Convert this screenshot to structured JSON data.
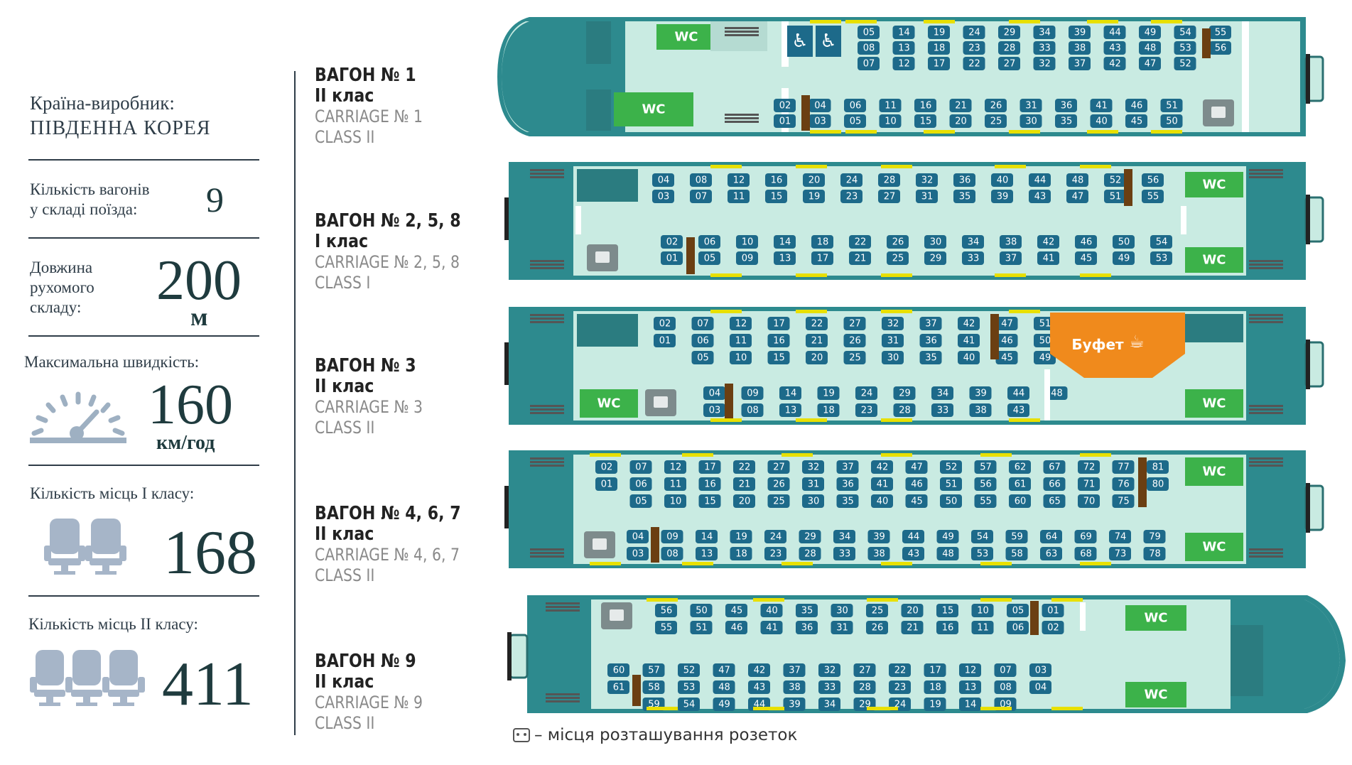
{
  "stats": {
    "country_label": "Країна-виробник:",
    "country_value": "ПІВДЕННА КОРЕЯ",
    "cars_label_1": "Кількість вагонів",
    "cars_label_2": "у складі поїзда:",
    "cars_value": "9",
    "length_label_1": "Довжина",
    "length_label_2": "рухомого",
    "length_label_3": "складу:",
    "length_value": "200",
    "length_unit": "м",
    "speed_label": "Максимальна швидкість:",
    "speed_value": "160",
    "speed_unit": "км/год",
    "first_label": "Кількість місць І класу:",
    "first_value": "168",
    "second_label": "Кількість місць ІІ класу:",
    "second_value": "411"
  },
  "carriages": [
    {
      "ua": "ВАГОН № 1",
      "class_ua": "ІІ клас",
      "en": "CARRIAGE № 1",
      "class_en": "CLASS II"
    },
    {
      "ua": "ВАГОН № 2, 5, 8",
      "class_ua": "І клас",
      "en": "CARRIAGE № 2, 5, 8",
      "class_en": "CLASS I"
    },
    {
      "ua": "ВАГОН № 3",
      "class_ua": "ІІ клас",
      "en": "CARRIAGE № 3",
      "class_en": "CLASS II"
    },
    {
      "ua": "ВАГОН № 4, 6, 7",
      "class_ua": "ІІ клас",
      "en": "CARRIAGE № 4, 6, 7",
      "class_en": "CLASS II"
    },
    {
      "ua": "ВАГОН № 9",
      "class_ua": "ІІ клас",
      "en": "CARRIAGE № 9",
      "class_en": "CLASS II"
    }
  ],
  "wc_label": "WC",
  "buffet_label": "Буфет",
  "legend_text": "– місця розташування розеток",
  "colors": {
    "car": "#2d8a8e",
    "floor": "#c9ebe2",
    "seat": "#1d6a8a",
    "wc": "#3cb24a",
    "buffet": "#f08a1c",
    "door": "#e8e000",
    "table": "#6b3f12"
  },
  "plans": {
    "car1": {
      "top": {
        "columns": [
          [
            "05",
            "08",
            "07"
          ],
          [
            "14",
            "13",
            "12"
          ],
          [
            "19",
            "18",
            "17"
          ],
          [
            "24",
            "23",
            "22"
          ],
          [
            "29",
            "28",
            "27"
          ],
          [
            "34",
            "33",
            "32"
          ],
          [
            "39",
            "38",
            "37"
          ],
          [
            "44",
            "43",
            "42"
          ],
          [
            "49",
            "48",
            "47"
          ],
          [
            "54",
            "53",
            "52"
          ],
          [
            "55",
            "56"
          ]
        ]
      },
      "bottom": {
        "columns": [
          [
            "02",
            "01"
          ],
          [
            "04",
            "03"
          ],
          [
            "06",
            "05"
          ],
          [
            "11",
            "10"
          ],
          [
            "16",
            "15"
          ],
          [
            "21",
            "20"
          ],
          [
            "26",
            "25"
          ],
          [
            "31",
            "30"
          ],
          [
            "36",
            "35"
          ],
          [
            "41",
            "40"
          ],
          [
            "46",
            "45"
          ],
          [
            "51",
            "50"
          ]
        ]
      }
    },
    "car2": {
      "top": {
        "columns": [
          [
            "04",
            "03"
          ],
          [
            "08",
            "07"
          ],
          [
            "12",
            "11"
          ],
          [
            "16",
            "15"
          ],
          [
            "20",
            "19"
          ],
          [
            "24",
            "23"
          ],
          [
            "28",
            "27"
          ],
          [
            "32",
            "31"
          ],
          [
            "36",
            "35"
          ],
          [
            "40",
            "39"
          ],
          [
            "44",
            "43"
          ],
          [
            "48",
            "47"
          ],
          [
            "52",
            "51"
          ],
          [
            "56",
            "55"
          ]
        ]
      },
      "bottom": {
        "columns": [
          [
            "02",
            "01"
          ],
          [
            "06",
            "05"
          ],
          [
            "10",
            "09"
          ],
          [
            "14",
            "13"
          ],
          [
            "18",
            "17"
          ],
          [
            "22",
            "21"
          ],
          [
            "26",
            "25"
          ],
          [
            "30",
            "29"
          ],
          [
            "34",
            "33"
          ],
          [
            "38",
            "37"
          ],
          [
            "42",
            "41"
          ],
          [
            "46",
            "45"
          ],
          [
            "50",
            "49"
          ],
          [
            "54",
            "53"
          ]
        ]
      }
    },
    "car3": {
      "top": {
        "columns": [
          [
            "02",
            "01"
          ],
          [
            "07",
            "06",
            "05"
          ],
          [
            "12",
            "11",
            "10"
          ],
          [
            "17",
            "16",
            "15"
          ],
          [
            "22",
            "21",
            "20"
          ],
          [
            "27",
            "26",
            "25"
          ],
          [
            "32",
            "31",
            "30"
          ],
          [
            "37",
            "36",
            "35"
          ],
          [
            "42",
            "41",
            "40"
          ],
          [
            "47",
            "46",
            "45"
          ],
          [
            "51",
            "50",
            "49"
          ]
        ]
      },
      "bottom": {
        "columns": [
          [
            "04",
            "03"
          ],
          [
            "09",
            "08"
          ],
          [
            "14",
            "13"
          ],
          [
            "19",
            "18"
          ],
          [
            "24",
            "23"
          ],
          [
            "29",
            "28"
          ],
          [
            "34",
            "33"
          ],
          [
            "39",
            "38"
          ],
          [
            "44",
            "43"
          ],
          [
            "48"
          ]
        ]
      }
    },
    "car4": {
      "top": {
        "columns": [
          [
            "02",
            "01"
          ],
          [
            "07",
            "06",
            "05"
          ],
          [
            "12",
            "11",
            "10"
          ],
          [
            "17",
            "16",
            "15"
          ],
          [
            "22",
            "21",
            "20"
          ],
          [
            "27",
            "26",
            "25"
          ],
          [
            "32",
            "31",
            "30"
          ],
          [
            "37",
            "36",
            "35"
          ],
          [
            "42",
            "41",
            "40"
          ],
          [
            "47",
            "46",
            "45"
          ],
          [
            "52",
            "51",
            "50"
          ],
          [
            "57",
            "56",
            "55"
          ],
          [
            "62",
            "61",
            "60"
          ],
          [
            "67",
            "66",
            "65"
          ],
          [
            "72",
            "71",
            "70"
          ],
          [
            "77",
            "76",
            "75"
          ],
          [
            "81",
            "80"
          ]
        ]
      },
      "bottom": {
        "columns": [
          [
            "04",
            "03"
          ],
          [
            "09",
            "08"
          ],
          [
            "14",
            "13"
          ],
          [
            "19",
            "18"
          ],
          [
            "24",
            "23"
          ],
          [
            "29",
            "28"
          ],
          [
            "34",
            "33"
          ],
          [
            "39",
            "38"
          ],
          [
            "44",
            "43"
          ],
          [
            "49",
            "48"
          ],
          [
            "54",
            "53"
          ],
          [
            "59",
            "58"
          ],
          [
            "64",
            "63"
          ],
          [
            "69",
            "68"
          ],
          [
            "74",
            "73"
          ],
          [
            "79",
            "78"
          ]
        ]
      }
    },
    "car9": {
      "top": {
        "columns": [
          [
            "56",
            "55"
          ],
          [
            "50",
            "51"
          ],
          [
            "45",
            "46"
          ],
          [
            "40",
            "41"
          ],
          [
            "35",
            "36"
          ],
          [
            "30",
            "31"
          ],
          [
            "25",
            "26"
          ],
          [
            "20",
            "21"
          ],
          [
            "15",
            "16"
          ],
          [
            "10",
            "11"
          ],
          [
            "05",
            "06"
          ],
          [
            "01",
            "02"
          ]
        ]
      },
      "bottom": {
        "columns": [
          [
            "60",
            "61"
          ],
          [
            "57",
            "58",
            "59"
          ],
          [
            "52",
            "53",
            "54"
          ],
          [
            "47",
            "48",
            "49"
          ],
          [
            "42",
            "43",
            "44"
          ],
          [
            "37",
            "38",
            "39"
          ],
          [
            "32",
            "33",
            "34"
          ],
          [
            "27",
            "28",
            "29"
          ],
          [
            "22",
            "23",
            "24"
          ],
          [
            "17",
            "18",
            "19"
          ],
          [
            "12",
            "13",
            "14"
          ],
          [
            "07",
            "08",
            "09"
          ],
          [
            "03",
            "04"
          ]
        ]
      }
    }
  }
}
